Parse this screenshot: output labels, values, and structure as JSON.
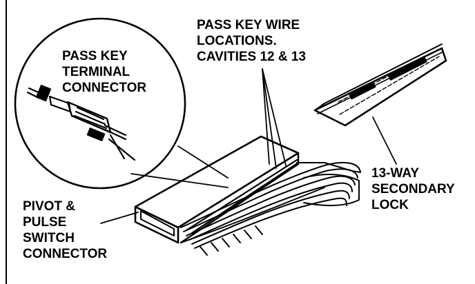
{
  "labels": {
    "pass_key_wire": [
      "PASS KEY WIRE",
      "LOCATIONS.",
      "CAVITIES 12 & 13"
    ],
    "pass_key_terminal": [
      "PASS KEY",
      "TERMINAL",
      "CONNECTOR"
    ],
    "secondary_lock": [
      "13-WAY",
      "SECONDARY",
      "LOCK"
    ],
    "pivot_pulse": [
      "PIVOT &",
      "PULSE",
      "SWITCH",
      "CONNECTOR"
    ]
  },
  "colors": {
    "ink": "#000000",
    "paper": "#ffffff"
  }
}
